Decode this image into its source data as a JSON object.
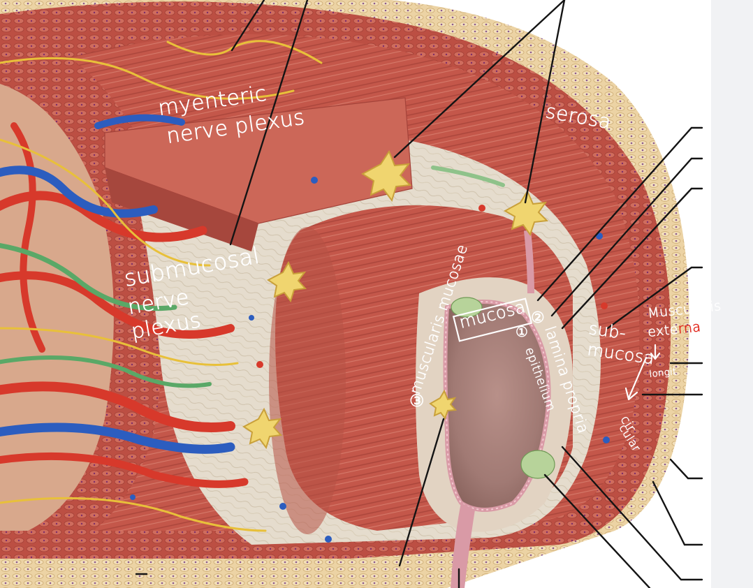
{
  "figure": {
    "colors": {
      "muscle": "#c4574a",
      "muscle_dark": "#9f3a32",
      "submucosa": "#e3d9c8",
      "serosa": "#e6c99b",
      "lumen": "#a8837c",
      "artery": "#d7392b",
      "vein": "#2c5dbf",
      "lymph": "#5aa867",
      "nerve": "#e8c03a",
      "handwriting": "#ffffff",
      "handwriting_accent": "#e0261b",
      "leader_line": "#141414"
    },
    "annotations": {
      "myenteric_1": "myenteric",
      "myenteric_2": "nerve plexus",
      "serosa": "serosa",
      "submucosal_1": "submucosal",
      "submucosal_2": "nerve",
      "submucosal_3": "plexus",
      "muscularis_mucosae": "muscularis mucosae",
      "muscularis_mucosae_num": "③",
      "mucosa": "mucosa",
      "lamina_propria_num": "②",
      "lamina_propria": "lamina propria",
      "epithelium_num": "①",
      "epithelium": "epithelium",
      "submucosa_1": "sub-",
      "submucosa_2": "mucosa",
      "muscularis_externa_1": "Muscularis",
      "muscularis_externa_1_accent": "ularis",
      "muscularis_externa_2": "exte",
      "muscularis_externa_2_accent": "rna",
      "longitudinal": "longit",
      "circular_1": "cir",
      "circular_2": "cular"
    }
  }
}
